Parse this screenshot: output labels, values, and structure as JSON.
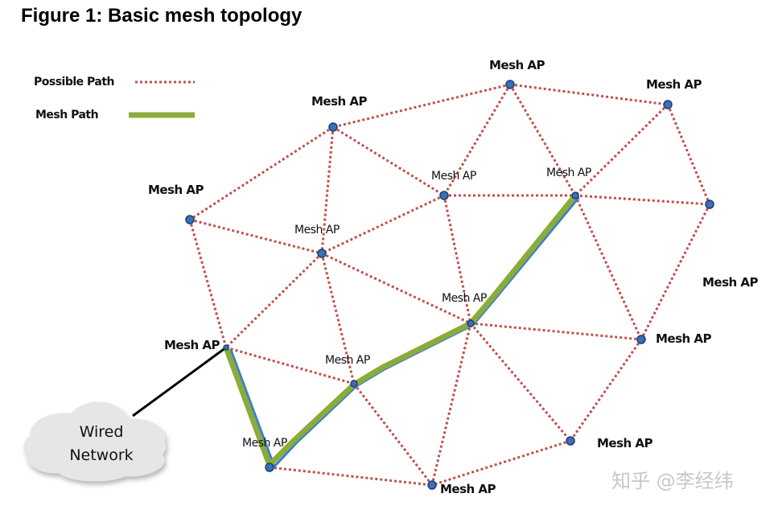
{
  "figure": {
    "title": "Figure 1: Basic mesh topology"
  },
  "legend": {
    "possible_path_label": "Possible Path",
    "mesh_path_label": "Mesh Path",
    "possible_path_color": "#c0504d",
    "mesh_path_color": "#8aac3a"
  },
  "nodes": [
    {
      "id": "top",
      "label": "Mesh AP"
    },
    {
      "id": "top-right",
      "label": "Mesh AP"
    },
    {
      "id": "upper-left",
      "label": "Mesh AP"
    },
    {
      "id": "center-top",
      "label": "Mesh AP"
    },
    {
      "id": "right-upper",
      "label": "Mesh AP"
    },
    {
      "id": "far-right",
      "label": "Mesh AP"
    },
    {
      "id": "left",
      "label": "Mesh AP"
    },
    {
      "id": "center-left",
      "label": "Mesh AP"
    },
    {
      "id": "center",
      "label": "Mesh AP"
    },
    {
      "id": "right",
      "label": "Mesh AP"
    },
    {
      "id": "gateway",
      "label": "Mesh AP"
    },
    {
      "id": "lower-mid",
      "label": "Mesh AP"
    },
    {
      "id": "bottom-left",
      "label": "Mesh AP"
    },
    {
      "id": "bottom-right",
      "label": "Mesh AP"
    },
    {
      "id": "bottom",
      "label": "Mesh AP"
    }
  ],
  "cloud": {
    "line1": "Wired",
    "line2": "Network"
  },
  "watermark": "知乎 @李经纬",
  "colors": {
    "node": "#3b6fb6",
    "possible_path": "#c0504d",
    "mesh_path": "#8aac3a",
    "mesh_path_edge": "#3d7fc7",
    "wired": "#000000",
    "cloud": "#e6e6e6"
  }
}
